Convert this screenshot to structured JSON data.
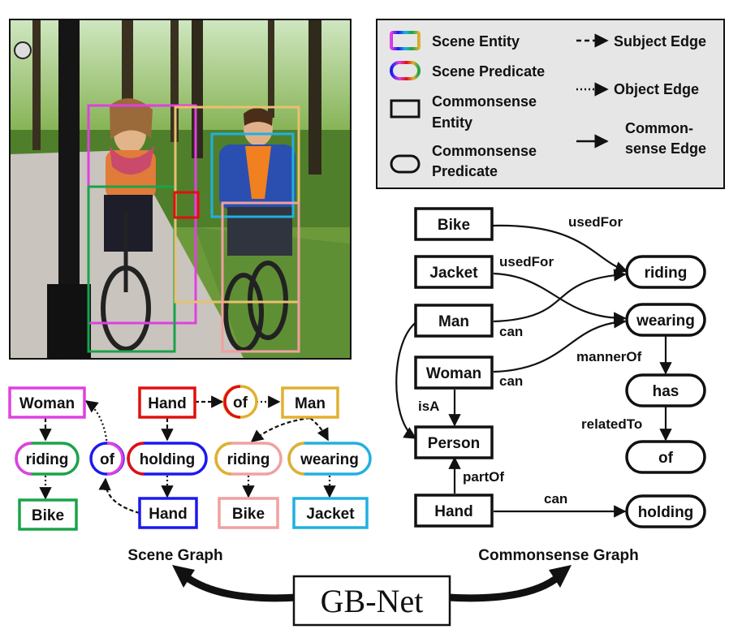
{
  "photo": {
    "description_icon": "photo-scene-icon"
  },
  "legend": {
    "scene_entity": "Scene Entity",
    "scene_predicate": "Scene Predicate",
    "commonsense_entity_line1": "Commonsense",
    "commonsense_entity_line2": "Entity",
    "commonsense_predicate_line1": "Commonsense",
    "commonsense_predicate_line2": "Predicate",
    "subject_edge": "Subject Edge",
    "object_edge": "Object Edge",
    "commonsense_edge_line1": "Common-",
    "commonsense_edge_line2": "sense Edge"
  },
  "scene_graph": {
    "caption": "Scene Graph",
    "nodes": {
      "woman": "Woman",
      "riding1": "riding",
      "bike1": "Bike",
      "of1": "of",
      "hand_top": "Hand",
      "holding": "holding",
      "hand_bottom": "Hand",
      "of2": "of",
      "man": "Man",
      "riding2": "riding",
      "bike2": "Bike",
      "wearing": "wearing",
      "jacket": "Jacket"
    }
  },
  "commonsense_graph": {
    "caption": "Commonsense Graph",
    "nodes": {
      "bike": "Bike",
      "jacket": "Jacket",
      "man": "Man",
      "woman": "Woman",
      "person": "Person",
      "hand": "Hand",
      "riding": "riding",
      "wearing": "wearing",
      "has": "has",
      "of": "of",
      "holding": "holding"
    },
    "edges": {
      "bike_usedfor": "usedFor",
      "jacket_usedfor": "usedFor",
      "man_can": "can",
      "woman_can": "can",
      "isa": "isA",
      "partof": "partOf",
      "hand_can": "can",
      "mannerof": "mannerOf",
      "relatedto": "relatedTo"
    }
  },
  "center_label": "GB-Net",
  "colors": {
    "woman": "#e040e0",
    "riding_green": "#1aa34a",
    "bike_green": "#1aa34a",
    "of_blue": "#1a1aee",
    "hand_red": "#e01010",
    "holding_blue": "#1a1aee",
    "man_yellow": "#e0b030",
    "riding_pink": "#f0a0a0",
    "bike_pink": "#f0a0a0",
    "wearing_cyan": "#20b0e0",
    "jacket_cyan": "#20b0e0",
    "legend_bg": "#e8e8e8"
  }
}
